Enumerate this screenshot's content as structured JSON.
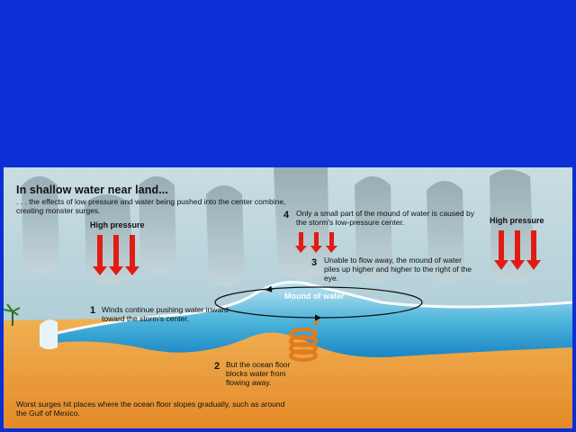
{
  "title": "In shallow water near land...",
  "subtitle": ". . . the effects of low pressure and water being pushed into the center combine, creating monster surges.",
  "labels": {
    "high_pressure_left": "High pressure",
    "high_pressure_right": "High pressure",
    "mound": "Mound of water"
  },
  "steps": [
    {
      "num": "1",
      "text": "Winds continue pushing water inward toward the storm's center."
    },
    {
      "num": "2",
      "text": "But the ocean floor blocks water from flowing away."
    },
    {
      "num": "3",
      "text": "Unable to flow away, the mound of water piles up higher and higher to the right of the eye."
    },
    {
      "num": "4",
      "text": "Only a small part of the mound of water is caused by the storm's low-pressure center."
    }
  ],
  "bottom_note": "Worst surges hit places where the ocean floor slopes gradually, such as around the Gulf of Mexico.",
  "colors": {
    "slide_background": "#0a2fd6",
    "arrow": "#e21c14",
    "water": "#4fb6dc",
    "sand": "#f0b355"
  }
}
